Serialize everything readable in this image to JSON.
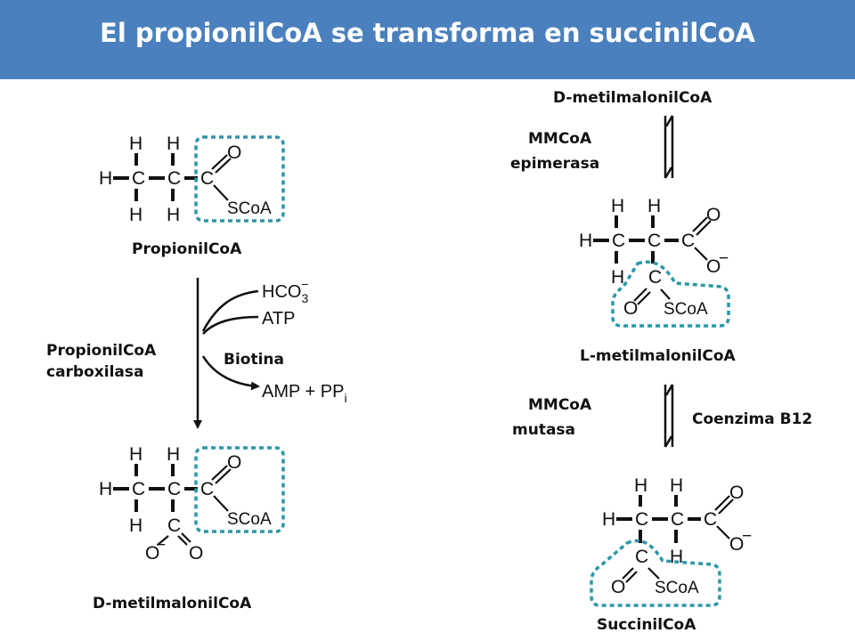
{
  "slide": {
    "title": "El propionilCoA se transforma en succinilCoA"
  },
  "labels": {
    "propionyl_coa": "PropionilCoA",
    "carboxylase_line1": "PropionilCoA",
    "carboxylase_line2": "carboxilasa",
    "biotin": "Biotina",
    "d_methylmalonyl_bottom": "D-metilmalonilCoA",
    "d_methylmalonyl_top": "D-metilmalonilCoA",
    "epimerase_line1": "MMCoA",
    "epimerase_line2": "epimerasa",
    "l_methylmalonyl": "L-metilmalonilCoA",
    "mutase_line1": "MMCoA",
    "mutase_line2": "mutasa",
    "coenzyme_b12": "Coenzima B12",
    "succinyl_coa": "SuccinilCoA"
  },
  "reagents": {
    "bicarbonate": "HCO",
    "bicarbonate_sub": "3",
    "bicarbonate_sup": "−",
    "atp": "ATP",
    "products": "AMP + PP",
    "products_sub": "i"
  },
  "atoms": {
    "H": "H",
    "C": "C",
    "O": "O",
    "O_minus": "O",
    "minus": "−",
    "SCoA": "SCoA"
  },
  "colors": {
    "banner": "#4a80bd",
    "highlight_box": "#2a97a8"
  }
}
